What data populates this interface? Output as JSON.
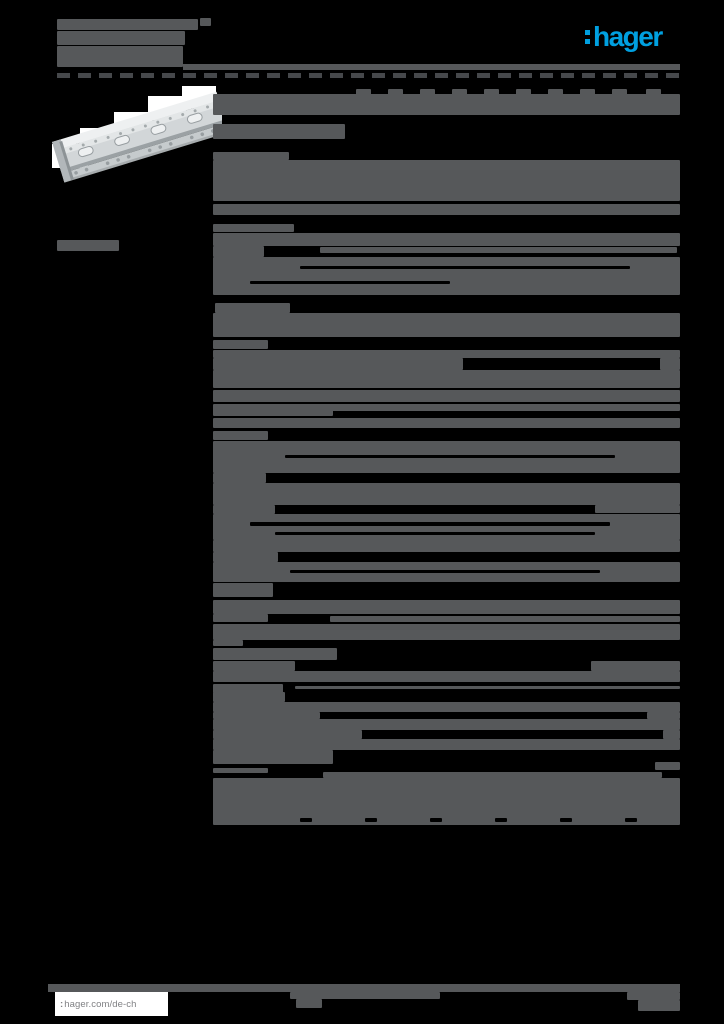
{
  "header": {
    "logo_text": "hager"
  },
  "footer": {
    "url_prefix": ":",
    "url": "hager.com/de-ch"
  },
  "colors": {
    "background": "#000000",
    "slab": "#56585a",
    "slab_dark": "#000000",
    "dash": "#46484b",
    "logo_blue": "#00a0e0",
    "footer_box_bg": "#ffffff",
    "footer_text": "#808184"
  },
  "redactions": [
    [
      57,
      19,
      141,
      11
    ],
    [
      200,
      18,
      11,
      8
    ],
    [
      57,
      31,
      128,
      14
    ],
    [
      57,
      46,
      126,
      21
    ],
    [
      356,
      89,
      15,
      6
    ],
    [
      388,
      89,
      15,
      6
    ],
    [
      420,
      89,
      15,
      6
    ],
    [
      452,
      89,
      15,
      6
    ],
    [
      484,
      89,
      15,
      6
    ],
    [
      516,
      89,
      15,
      6
    ],
    [
      548,
      89,
      15,
      6
    ],
    [
      580,
      89,
      15,
      6
    ],
    [
      612,
      89,
      15,
      6
    ],
    [
      646,
      89,
      15,
      6
    ],
    [
      213,
      94,
      467,
      21
    ],
    [
      213,
      124,
      132,
      15
    ],
    [
      57,
      240,
      62,
      11
    ],
    [
      213,
      152,
      76,
      8
    ],
    [
      213,
      160,
      467,
      41
    ],
    [
      250,
      201,
      373,
      3,
      "dark"
    ],
    [
      213,
      204,
      467,
      11
    ],
    [
      213,
      224,
      81,
      8
    ],
    [
      213,
      233,
      467,
      13
    ],
    [
      213,
      246,
      51,
      11
    ],
    [
      320,
      247,
      357,
      6
    ],
    [
      213,
      257,
      467,
      38
    ],
    [
      300,
      266,
      330,
      3,
      "dark"
    ],
    [
      250,
      281,
      200,
      3,
      "dark"
    ],
    [
      215,
      303,
      75,
      10
    ],
    [
      213,
      313,
      467,
      24
    ],
    [
      213,
      340,
      55,
      9
    ],
    [
      213,
      350,
      467,
      8
    ],
    [
      213,
      358,
      250,
      12
    ],
    [
      660,
      358,
      20,
      12
    ],
    [
      213,
      370,
      467,
      18
    ],
    [
      213,
      390,
      467,
      12
    ],
    [
      213,
      404,
      120,
      12
    ],
    [
      330,
      404,
      350,
      7
    ],
    [
      213,
      418,
      467,
      10
    ],
    [
      213,
      431,
      55,
      9
    ],
    [
      213,
      441,
      467,
      32
    ],
    [
      285,
      455,
      330,
      3,
      "dark"
    ],
    [
      213,
      473,
      53,
      10
    ],
    [
      213,
      483,
      467,
      22
    ],
    [
      213,
      505,
      62,
      9
    ],
    [
      595,
      505,
      85,
      8
    ],
    [
      213,
      514,
      467,
      26
    ],
    [
      250,
      522,
      360,
      4,
      "dark"
    ],
    [
      275,
      532,
      320,
      3,
      "dark"
    ],
    [
      213,
      540,
      467,
      12
    ],
    [
      213,
      552,
      65,
      10
    ],
    [
      213,
      562,
      467,
      20
    ],
    [
      290,
      570,
      310,
      3,
      "dark"
    ],
    [
      213,
      583,
      60,
      14
    ],
    [
      213,
      600,
      467,
      14
    ],
    [
      213,
      614,
      55,
      8
    ],
    [
      330,
      616,
      350,
      6
    ],
    [
      213,
      624,
      467,
      16
    ],
    [
      213,
      640,
      30,
      6
    ],
    [
      213,
      648,
      124,
      12
    ],
    [
      213,
      661,
      82,
      10
    ],
    [
      591,
      661,
      89,
      10
    ],
    [
      213,
      671,
      467,
      11
    ],
    [
      213,
      684,
      70,
      9
    ],
    [
      295,
      686,
      385,
      3
    ],
    [
      213,
      692,
      72,
      10
    ],
    [
      213,
      702,
      467,
      10
    ],
    [
      213,
      712,
      107,
      7
    ],
    [
      647,
      712,
      33,
      7
    ],
    [
      213,
      719,
      467,
      11
    ],
    [
      213,
      730,
      149,
      9
    ],
    [
      663,
      730,
      17,
      9
    ],
    [
      213,
      739,
      467,
      11
    ],
    [
      213,
      750,
      120,
      14
    ],
    [
      280,
      752,
      40,
      8
    ],
    [
      655,
      762,
      25,
      8
    ],
    [
      213,
      768,
      55,
      5
    ],
    [
      323,
      772,
      339,
      6
    ],
    [
      213,
      778,
      467,
      47
    ],
    [
      300,
      818,
      12,
      4,
      "dark"
    ],
    [
      365,
      818,
      12,
      4,
      "dark"
    ],
    [
      430,
      818,
      12,
      4,
      "dark"
    ],
    [
      495,
      818,
      12,
      4,
      "dark"
    ],
    [
      560,
      818,
      12,
      4,
      "dark"
    ],
    [
      625,
      818,
      12,
      4,
      "dark"
    ],
    [
      290,
      992,
      150,
      7
    ],
    [
      296,
      999,
      26,
      9
    ],
    [
      627,
      992,
      53,
      8
    ],
    [
      638,
      1000,
      42,
      11
    ]
  ]
}
